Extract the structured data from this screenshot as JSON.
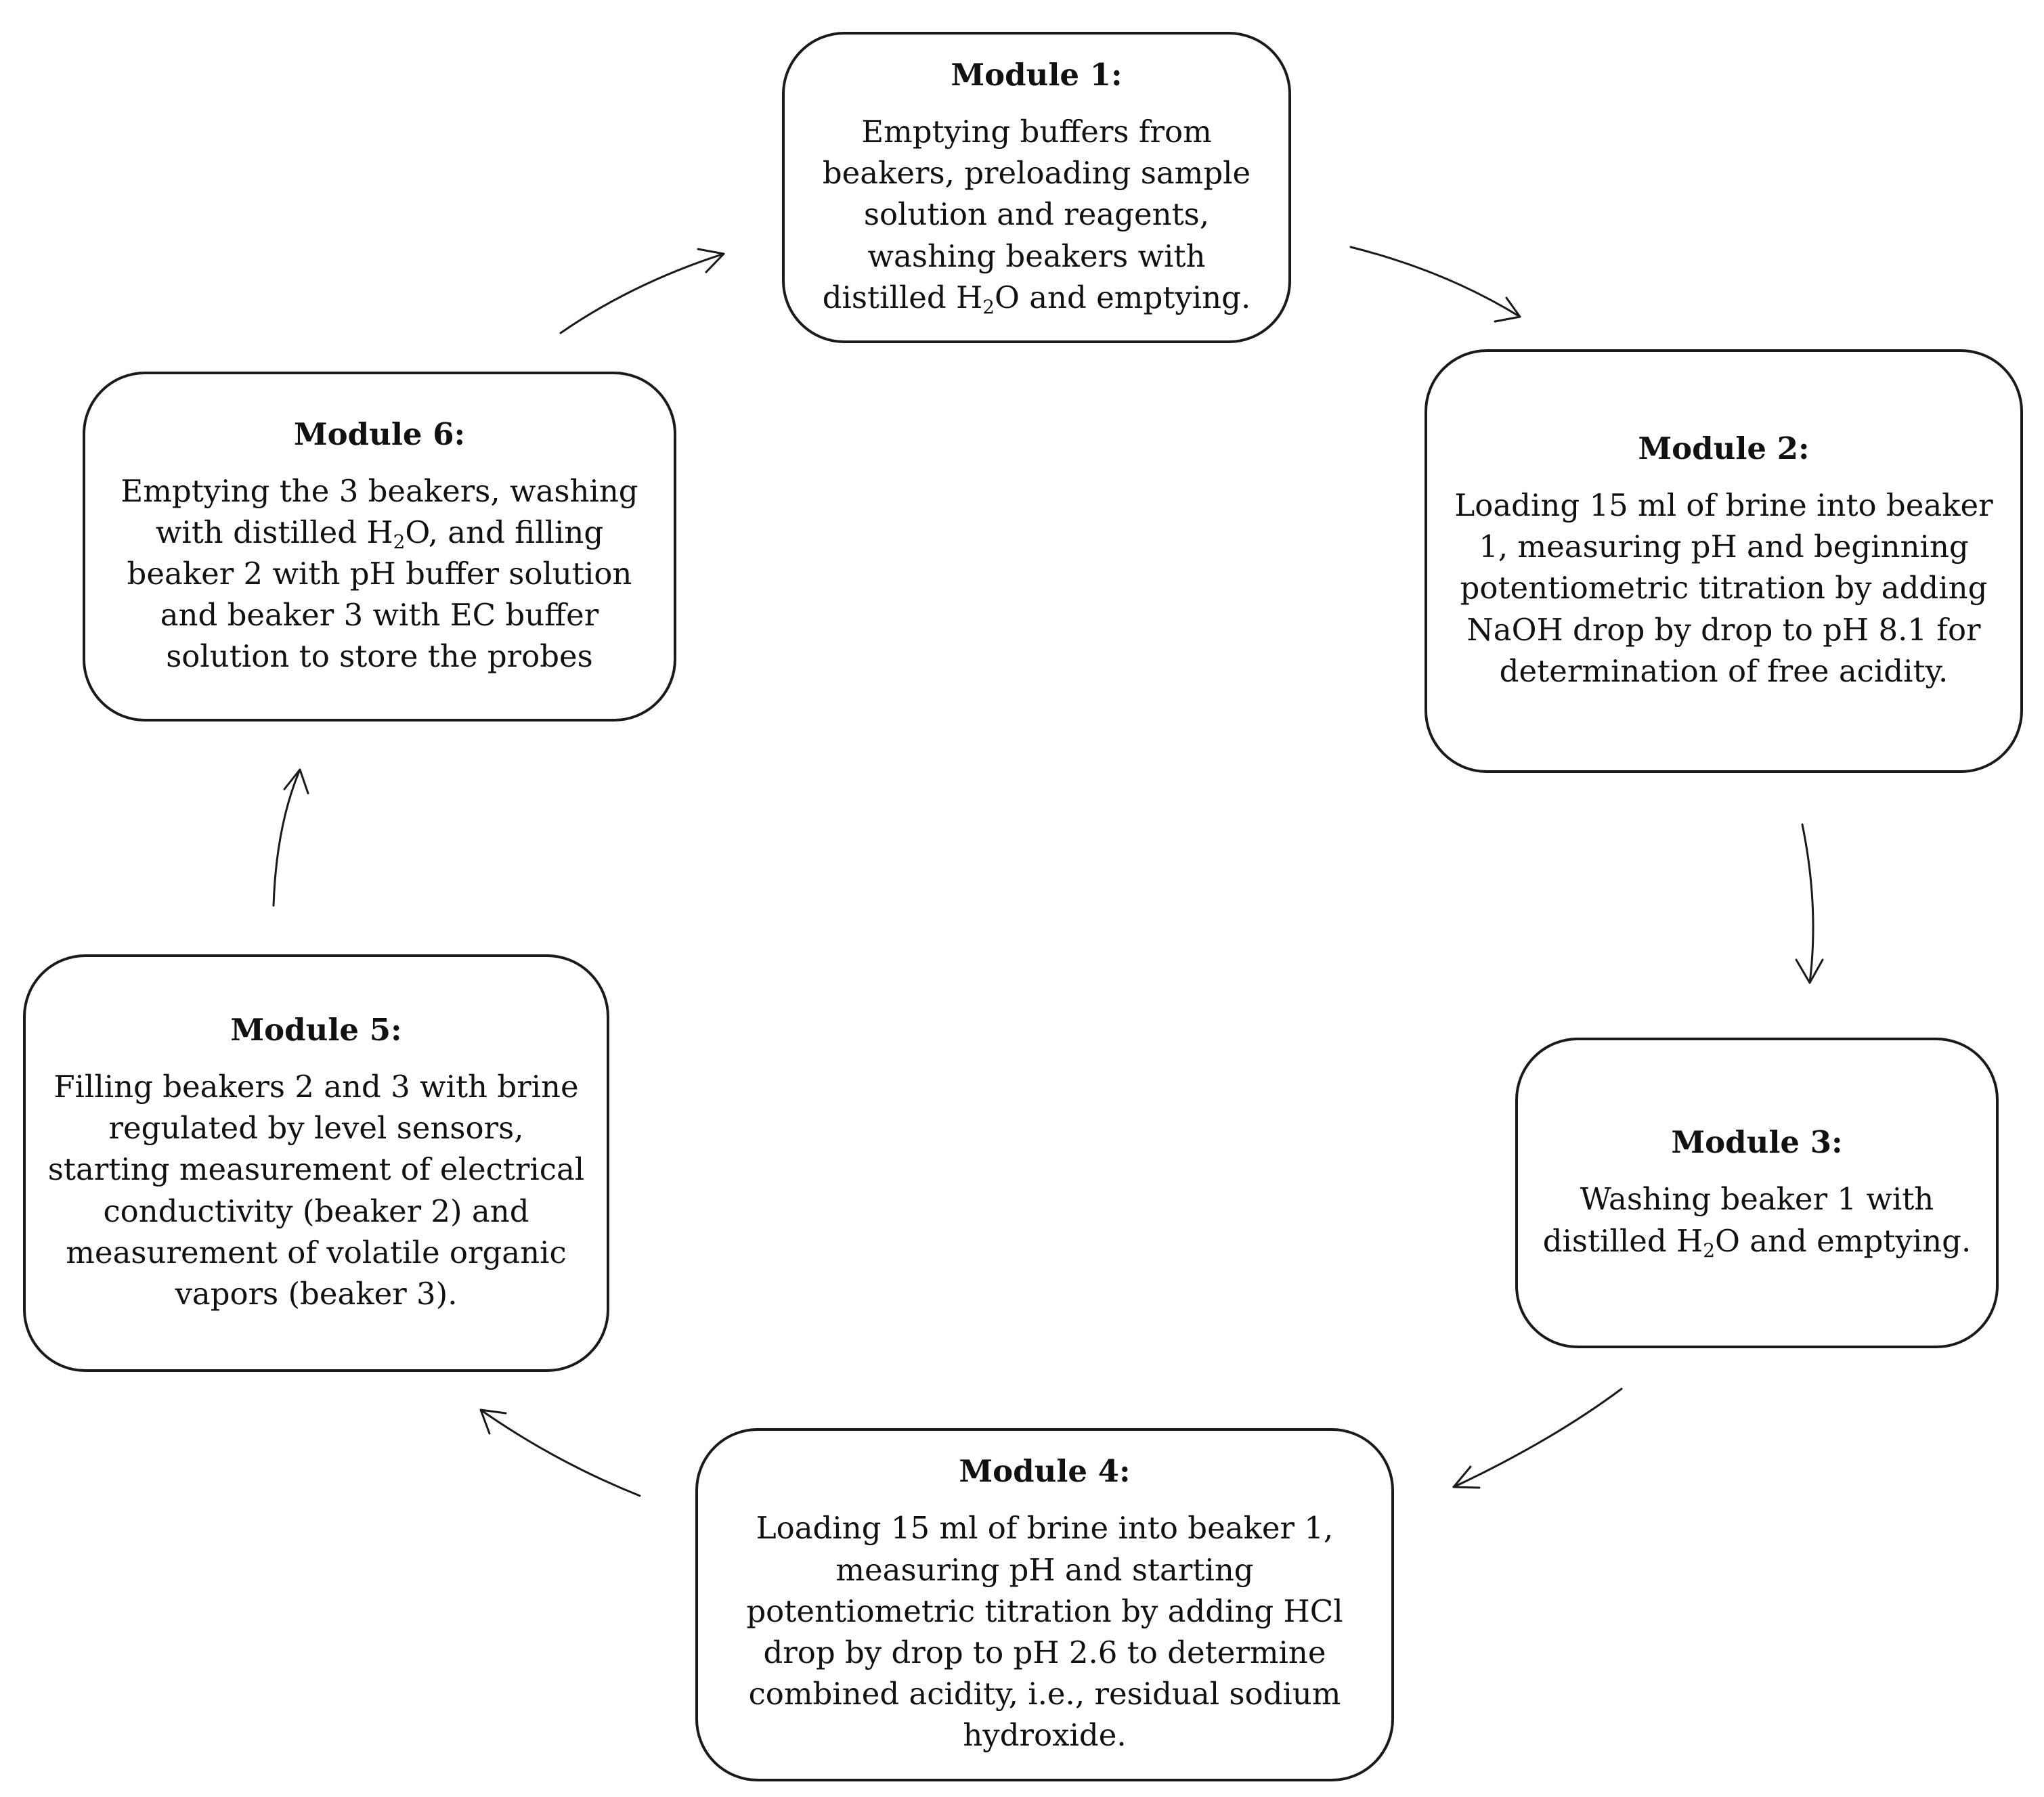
{
  "modules": [
    {
      "title": "Module 1:",
      "lines": [
        [
          "Emptying buffers from"
        ],
        [
          "beakers, preloading sample"
        ],
        [
          "solution and reagents,"
        ],
        [
          "washing beakers with"
        ],
        [
          "distilled H",
          {
            "sub": "2"
          },
          "O and emptying."
        ]
      ]
    },
    {
      "title": "Module 2:",
      "lines": [
        [
          "Loading 15 ml of brine into beaker"
        ],
        [
          "1, measuring pH and beginning"
        ],
        [
          "potentiometric titration by adding"
        ],
        [
          "NaOH drop by drop to pH 8.1 for"
        ],
        [
          "determination of free acidity."
        ]
      ]
    },
    {
      "title": "Module 3:",
      "lines": [
        [
          "Washing beaker 1 with"
        ],
        [
          "distilled H",
          {
            "sub": "2"
          },
          "O and emptying."
        ]
      ]
    },
    {
      "title": "Module 4:",
      "lines": [
        [
          "Loading 15 ml of brine into beaker 1,"
        ],
        [
          "measuring pH and starting"
        ],
        [
          "potentiometric titration by adding HCl"
        ],
        [
          "drop by drop to pH 2.6 to determine"
        ],
        [
          "combined acidity, i.e., residual sodium"
        ],
        [
          "hydroxide."
        ]
      ]
    },
    {
      "title": "Module 5:",
      "lines": [
        [
          "Filling beakers 2 and 3 with brine"
        ],
        [
          "regulated by level sensors,"
        ],
        [
          "starting measurement of electrical"
        ],
        [
          "conductivity (beaker 2) and"
        ],
        [
          "measurement of volatile organic"
        ],
        [
          "vapors (beaker 3)."
        ]
      ]
    },
    {
      "title": "Module 6:",
      "lines": [
        [
          "Emptying the 3 beakers, washing"
        ],
        [
          "with distilled H",
          {
            "sub": "2"
          },
          "O, and filling"
        ],
        [
          "beaker 2 with pH buffer solution"
        ],
        [
          "and beaker 3 with EC buffer"
        ],
        [
          "solution to store the probes"
        ]
      ]
    }
  ]
}
